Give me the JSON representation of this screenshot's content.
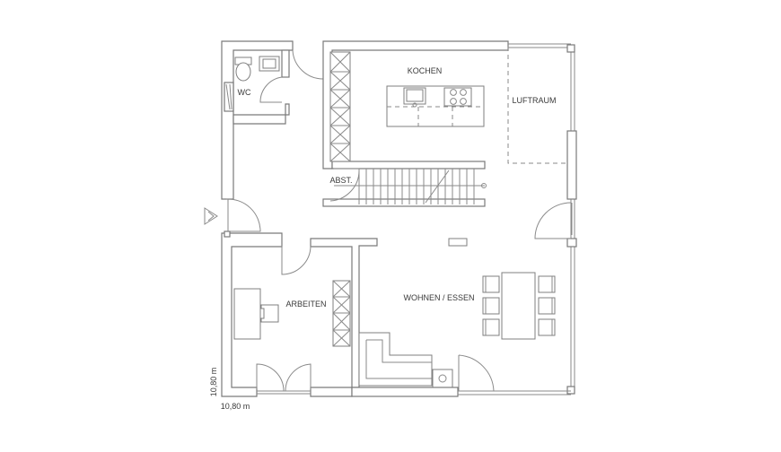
{
  "rooms": {
    "kitchen": "KOCHEN",
    "void": "LUFTRAUM",
    "wc": "WC",
    "storage": "ABST.",
    "study": "ARBEITEN",
    "living": "WOHNEN / ESSEN"
  },
  "dimensions": {
    "width": "10,80 m",
    "depth": "10,80 m"
  }
}
